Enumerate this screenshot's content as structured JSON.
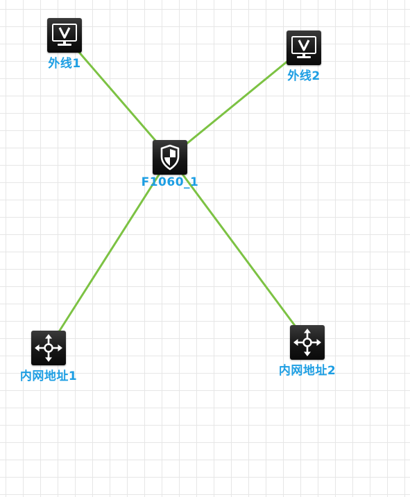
{
  "colors": {
    "link": "#7cc243",
    "label": "#1d9ee3",
    "device_dark": "#1a1a1a",
    "grid": "#e6e6e6"
  },
  "nodes": [
    {
      "id": "wan1",
      "label": "外线1",
      "icon": "monitor-v-icon"
    },
    {
      "id": "wan2",
      "label": "外线2",
      "icon": "monitor-v-icon"
    },
    {
      "id": "fw",
      "label": "F1060_1",
      "icon": "firewall-shield-icon"
    },
    {
      "id": "lan1",
      "label": "内网地址1",
      "icon": "router-arrows-icon"
    },
    {
      "id": "lan2",
      "label": "内网地址2",
      "icon": "router-arrows-icon"
    }
  ],
  "links": [
    {
      "from": "wan1",
      "to": "fw"
    },
    {
      "from": "wan2",
      "to": "fw"
    },
    {
      "from": "fw",
      "to": "lan1"
    },
    {
      "from": "fw",
      "to": "lan2"
    }
  ]
}
